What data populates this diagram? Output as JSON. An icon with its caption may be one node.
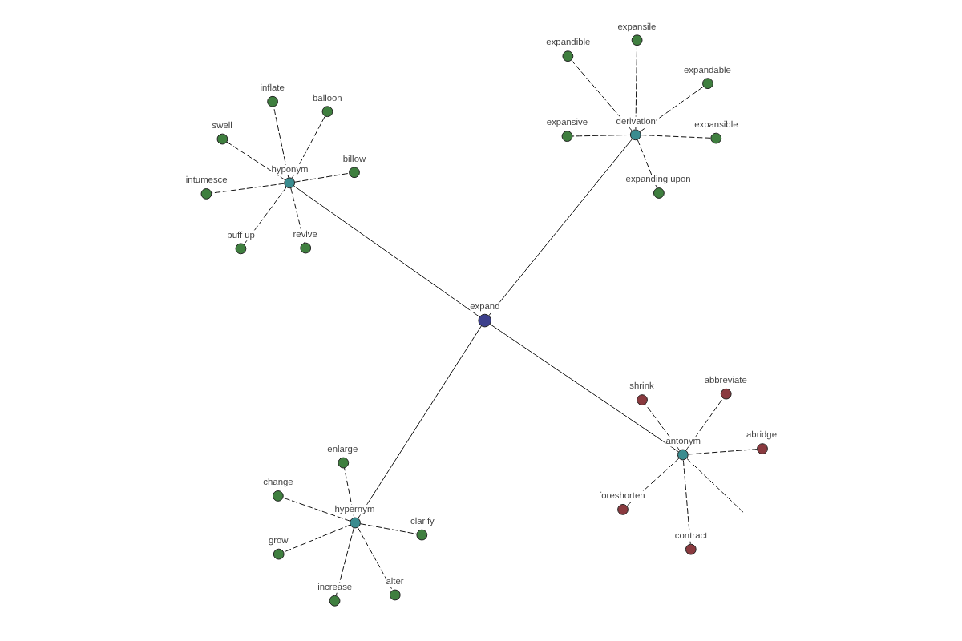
{
  "diagram": {
    "nodes": [
      {
        "text": [
          "expand"
        ]
      },
      {
        "text": [
          "hyponym"
        ]
      },
      {
        "text": [
          "hypernym"
        ]
      },
      {
        "text": [
          "derivation"
        ]
      },
      {
        "text": [
          "antonym"
        ]
      },
      {
        "text": [
          "inflate"
        ]
      },
      {
        "text": [
          "intumesce"
        ]
      },
      {
        "text": [
          "revive"
        ]
      },
      {
        "text": [
          "billow"
        ]
      },
      {
        "text": [
          "puff up"
        ]
      },
      {
        "text": [
          "swell"
        ]
      },
      {
        "text": [
          "balloon"
        ]
      },
      {
        "text": [
          "increase"
        ]
      },
      {
        "text": [
          "clarify"
        ]
      },
      {
        "text": [
          "grow"
        ]
      },
      {
        "text": [
          "change"
        ]
      },
      {
        "text": [
          "alter"
        ]
      },
      {
        "text": [
          "enlarge"
        ]
      },
      {
        "text": [
          "expanding upon"
        ]
      },
      {
        "text": [
          "expandible"
        ]
      },
      {
        "text": [
          "expandable"
        ]
      },
      {
        "text": [
          "expansive"
        ]
      },
      {
        "text": [
          "expansile"
        ]
      },
      {
        "text": [
          "expansible"
        ]
      },
      {
        "text": [
          "contract"
        ]
      },
      {
        "text": [
          "foreshorten"
        ]
      },
      {
        "text": [
          "abridge"
        ]
      },
      {
        "text": [
          "shrink"
        ]
      },
      {
        "text": [
          "abbreviate"
        ]
      }
    ],
    "edges": [
      {
        "from": 0,
        "to": 1,
        "arrow": "none"
      },
      {
        "from": 0,
        "to": 2,
        "arrow": "none"
      },
      {
        "from": 0,
        "to": 3,
        "arrow": "none"
      },
      {
        "from": 0,
        "to": 4,
        "arrow": "none"
      },
      {
        "from": 1,
        "to": 5,
        "arrow": "none",
        "style": "dashed"
      },
      {
        "from": 1,
        "to": 6,
        "arrow": "none",
        "style": "dashed"
      },
      {
        "from": 1,
        "to": 7,
        "arrow": "none",
        "style": "dashed"
      },
      {
        "from": 1,
        "to": 8,
        "arrow": "none",
        "style": "dashed"
      },
      {
        "from": 1,
        "to": 9,
        "arrow": "none",
        "style": "dashed"
      },
      {
        "from": 1,
        "to": 10,
        "arrow": "none",
        "style": "dashed"
      },
      {
        "from": 1,
        "to": 11,
        "arrow": "none",
        "style": "dashed"
      },
      {
        "from": 2,
        "to": 12,
        "arrow": "none",
        "style": "dashed"
      },
      {
        "from": 2,
        "to": 13,
        "arrow": "none",
        "style": "dashed"
      },
      {
        "from": 2,
        "to": 14,
        "arrow": "none",
        "style": "dashed"
      },
      {
        "from": 2,
        "to": 15,
        "arrow": "none",
        "style": "dashed"
      },
      {
        "from": 2,
        "to": 16,
        "arrow": "none",
        "style": "dashed"
      },
      {
        "from": 2,
        "to": 17,
        "arrow": "none",
        "style": "dashed"
      },
      {
        "from": 3,
        "to": 18,
        "arrow": "none",
        "style": "dashed"
      },
      {
        "from": 3,
        "to": 19,
        "arrow": "none",
        "style": "dashed"
      },
      {
        "from": 3,
        "to": 20,
        "arrow": "none",
        "style": "dashed"
      },
      {
        "from": 3,
        "to": 21,
        "arrow": "none",
        "style": "dashed"
      },
      {
        "from": 3,
        "to": 22,
        "arrow": "none",
        "style": "dashed"
      },
      {
        "from": 3,
        "to": 23,
        "arrow": "none",
        "style": "dashed"
      },
      {
        "from": 4,
        "to": 24,
        "arrow": "none",
        "style": "dashed"
      },
      {
        "from": 4,
        "to": 25,
        "arrow": "none",
        "style": "dashed"
      },
      {
        "from": 4,
        "to": 26,
        "arrow": "none",
        "style": "dashed"
      },
      {
        "from": 4,
        "to": 27,
        "arrow": "none",
        "style": "dashed"
      },
      {
        "from": 4,
        "to": 28,
        "arrow": "none",
        "style": "dashed"
      },
      {
        "from": 4,
        "to": null,
        "arrow": "none",
        "style": "dashed"
      }
    ]
  }
}
